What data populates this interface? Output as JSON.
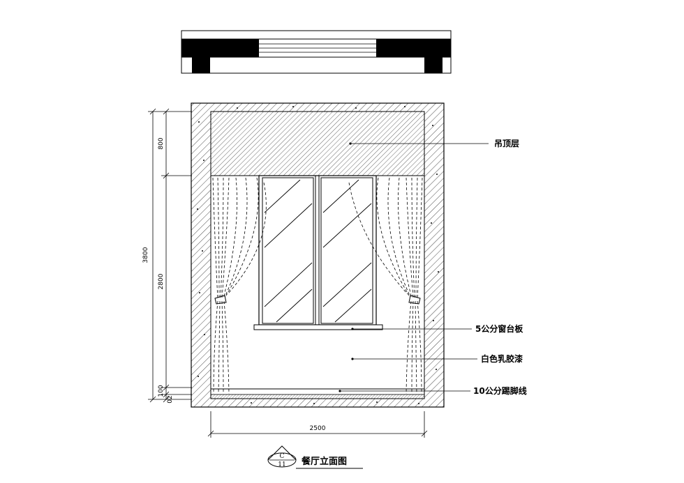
{
  "drawing": {
    "title": "餐厅立面图",
    "symbol": {
      "top": "C",
      "bottom": "11"
    }
  },
  "labels": [
    {
      "key": "ceiling",
      "text": "吊顶层"
    },
    {
      "key": "sill",
      "text": "5公分窗台板"
    },
    {
      "key": "paint",
      "text": "白色乳胶漆"
    },
    {
      "key": "skirting",
      "text": "10公分踢脚线"
    }
  ],
  "dimensions": {
    "total_height": "3800",
    "ceiling_height": "800",
    "wall_height": "2800",
    "skirting_height": "100",
    "floor_gap": "02",
    "width": "2500"
  }
}
